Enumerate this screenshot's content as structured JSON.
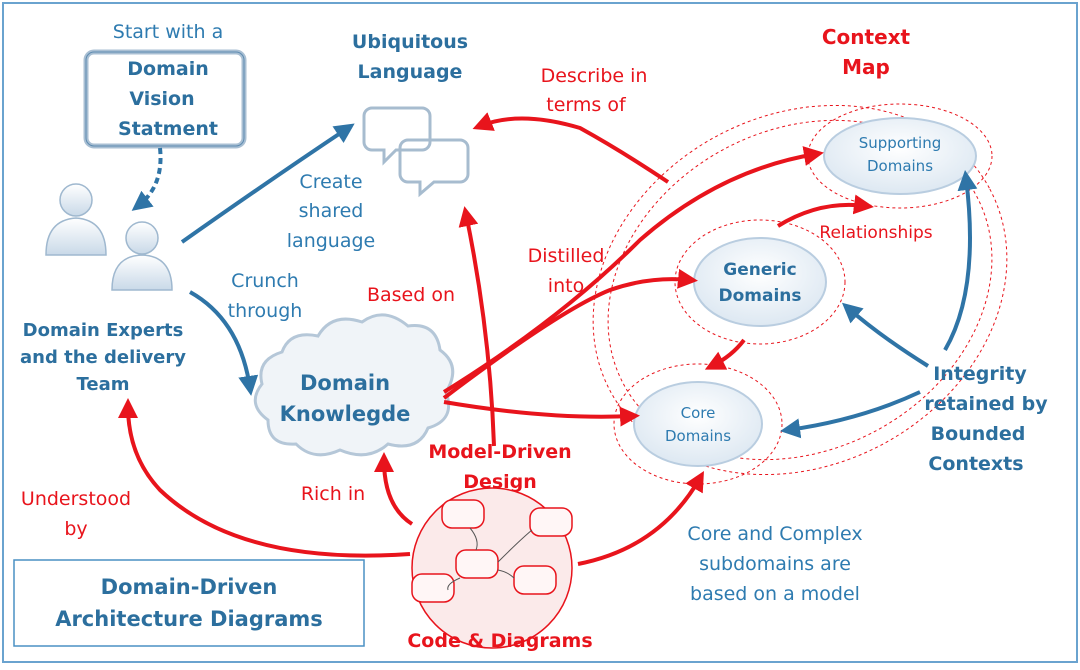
{
  "colors": {
    "blue_text": "#2e7bb0",
    "dark_blue_text": "#2b5f86",
    "red": "#e8141c",
    "blue_arrow": "#2f74a6",
    "frame": "#4a90c4"
  },
  "icons": {
    "speech": "speech-bubbles-icon",
    "people": "people-icon",
    "cloud": "cloud-shape",
    "code": "code-diagram-icon"
  },
  "labels": {
    "start_with": "Start with a",
    "vision": [
      "Domain",
      "Vision",
      "Statment"
    ],
    "ubiquitous": [
      "Ubiquitous",
      "Language"
    ],
    "context_map": [
      "Context",
      "Map"
    ],
    "describe": [
      "Describe in",
      "terms of"
    ],
    "create_shared": [
      "Create",
      "shared",
      "language"
    ],
    "crunch": [
      "Crunch",
      "through"
    ],
    "experts": [
      "Domain Experts",
      "and the delivery",
      "Team"
    ],
    "distilled": [
      "Distilled",
      "into"
    ],
    "based_on": "Based on",
    "relationships": "Relationships",
    "supporting": [
      "Supporting",
      "Domains"
    ],
    "generic": [
      "Generic",
      "Domains"
    ],
    "core": [
      "Core",
      "Domains"
    ],
    "knowledge": [
      "Domain",
      "Knowlegde"
    ],
    "mdd": [
      "Model-Driven",
      "Design"
    ],
    "integrity": [
      "Integrity",
      "retained by",
      "Bounded",
      "Contexts"
    ],
    "understood": [
      "Understood",
      "by"
    ],
    "rich_in": "Rich in",
    "core_complex": [
      "Core and Complex",
      "subdomains are",
      "based on a model"
    ],
    "code_diagrams": "Code & Diagrams",
    "title": [
      "Domain-Driven",
      "Architecture Diagrams"
    ]
  }
}
